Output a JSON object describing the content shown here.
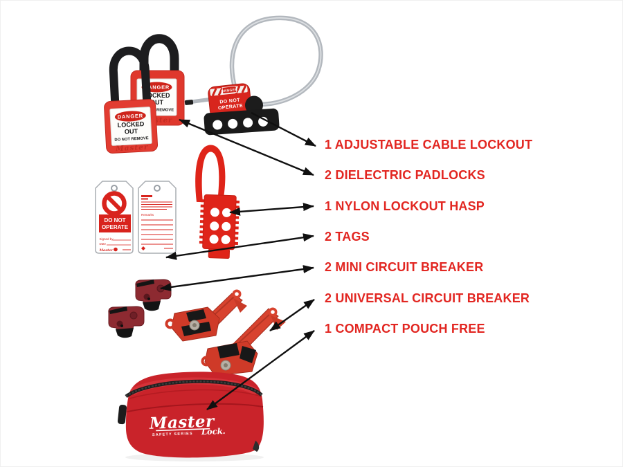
{
  "colors": {
    "label_red": "#e22621",
    "arrow_black": "#101010",
    "danger_red": "#ce2319",
    "padlock_red": "#e23c31",
    "hasp_red": "#df2419",
    "tag_red": "#d8231d",
    "mini_breaker_maroon": "#8d2a31",
    "universal_breaker_red": "#d8432f",
    "pouch_red": "#c9232a",
    "cable_gray": "#b3b8be"
  },
  "callouts": [
    {
      "text": "1 ADJUSTABLE CABLE LOCKOUT"
    },
    {
      "text": "2 DIELECTRIC PADLOCKS"
    },
    {
      "text": "1 NYLON LOCKOUT HASP"
    },
    {
      "text": "2 TAGS"
    },
    {
      "text": "2 MINI CIRCUIT BREAKER"
    },
    {
      "text": "2 UNIVERSAL CIRCUIT BREAKER"
    },
    {
      "text": "1 COMPACT POUCH FREE"
    }
  ],
  "products": {
    "padlock": {
      "danger": "DANGER",
      "locked": "LOCKED",
      "out": "OUT",
      "remove": "DO NOT REMOVE",
      "brand": "Master"
    },
    "cable_lockout": {
      "danger": "DANGER",
      "line1": "DO NOT",
      "line2": "OPERATE"
    },
    "tag_front": {
      "line1": "DO NOT",
      "line2": "OPERATE",
      "signed": "Signed by",
      "date": "Date",
      "brand": "Master"
    },
    "tag_back": {
      "remarks": "Remarks"
    },
    "pouch": {
      "brand1": "Master",
      "brand2": "Lock.",
      "series": "SAFETY SERIES"
    }
  }
}
